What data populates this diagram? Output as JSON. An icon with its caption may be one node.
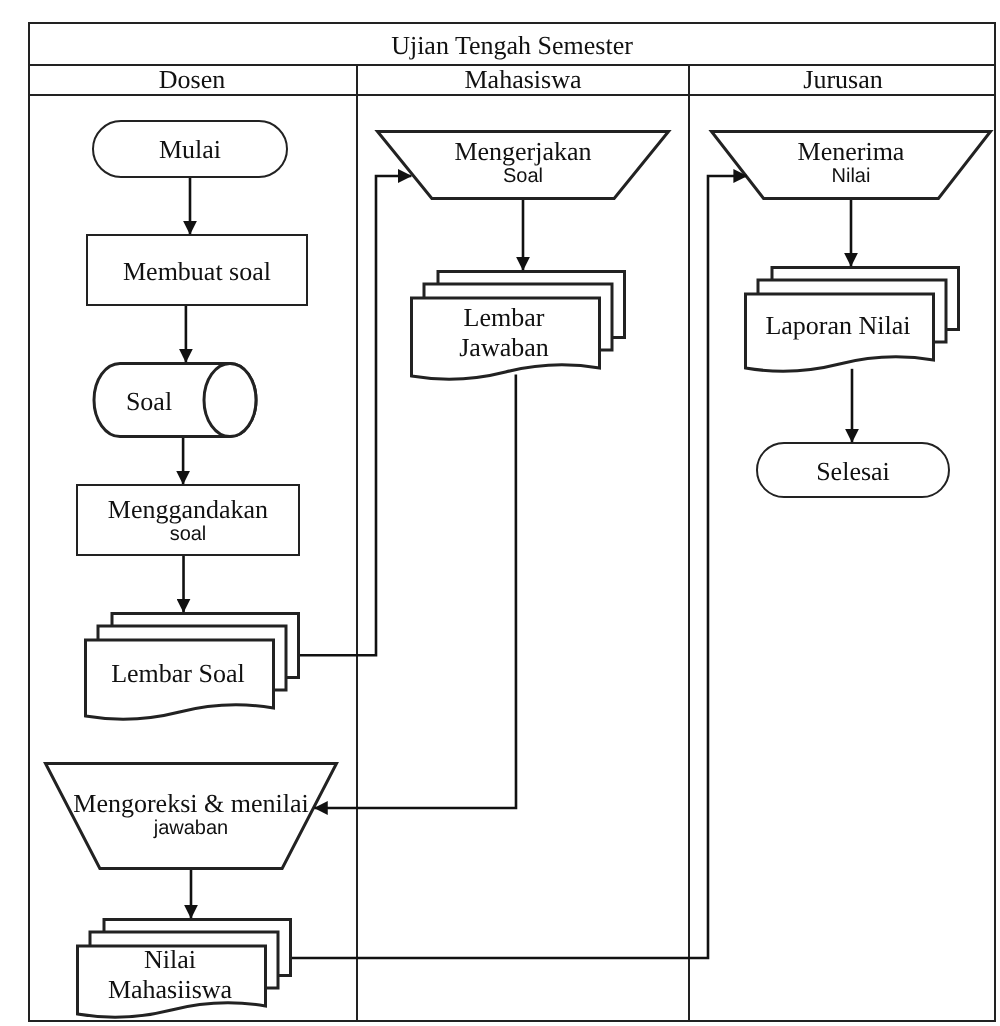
{
  "diagram": {
    "nodes": [
      {
        "text": [
          "Ujian Tengah Semester"
        ]
      },
      {
        "text": [
          "Dosen"
        ],
        "in": 0
      },
      {
        "text": [
          "Mahasiswa"
        ],
        "in": 0
      },
      {
        "text": [
          "Jurusan"
        ],
        "in": 0
      },
      {
        "text": [
          "Mulai"
        ],
        "in": 1
      },
      {
        "text": [
          "Membuat soal"
        ],
        "in": 1
      },
      {
        "text": [
          "Soal"
        ],
        "in": 1
      },
      {
        "text": [
          "Menggandakan",
          "soal"
        ],
        "in": 1
      },
      {
        "text": [
          "Lembar Soal"
        ],
        "in": 1
      },
      {
        "text": [
          "Mengoreksi & menilai",
          "jawaban"
        ],
        "in": 1
      },
      {
        "text": [
          "Nilai Mahasiiswa"
        ],
        "in": 1
      },
      {
        "text": [
          "Mengerjakan",
          "Soal"
        ],
        "in": 2
      },
      {
        "text": [
          "Lembar Jawaban"
        ],
        "in": 2
      },
      {
        "text": [
          "Menerima",
          "Nilai"
        ],
        "in": 3
      },
      {
        "text": [
          "Laporan Nilai"
        ],
        "in": 3
      },
      {
        "text": [
          "Selesai"
        ],
        "in": 3
      }
    ],
    "edges": [
      {
        "from": 4,
        "to": 5,
        "arrow": "to"
      },
      {
        "from": 5,
        "to": 6,
        "arrow": "to"
      },
      {
        "from": 6,
        "to": 7,
        "arrow": "to"
      },
      {
        "from": 7,
        "to": 8,
        "arrow": "to"
      },
      {
        "from": 8,
        "to": 11,
        "arrow": "to"
      },
      {
        "from": 11,
        "to": 12,
        "arrow": "to"
      },
      {
        "from": 12,
        "to": 9,
        "arrow": "to"
      },
      {
        "from": 9,
        "to": 10,
        "arrow": "to"
      },
      {
        "from": 10,
        "to": 13,
        "arrow": "to"
      },
      {
        "from": 13,
        "to": 14,
        "arrow": "to"
      },
      {
        "from": 14,
        "to": 15,
        "arrow": "to"
      }
    ]
  }
}
